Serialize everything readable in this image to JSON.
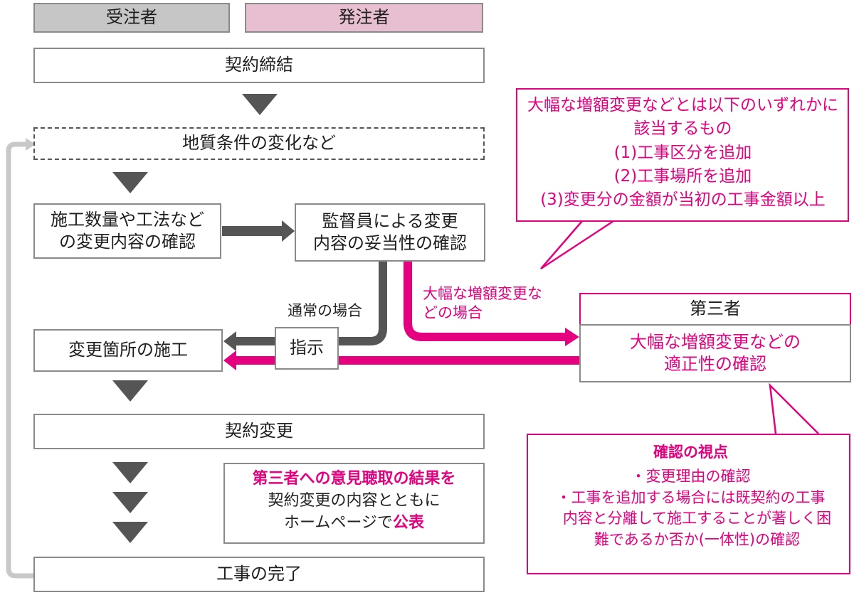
{
  "legend": {
    "contractor": "受注者",
    "client": "発注者"
  },
  "steps": {
    "contract_signing": "契約締結",
    "geology_change": "地質条件の変化など",
    "quantity_check": "施工数量や工法など\nの変更内容の確認",
    "supervisor_check": "監督員による変更\n内容の妥当性の確認",
    "change_construction": "変更箇所の施工",
    "instruction": "指示",
    "contract_change": "契約変更",
    "completion": "工事の完了"
  },
  "labels": {
    "normal_case": "通常の場合",
    "large_change_case": "大幅な増額変更な\nどの場合"
  },
  "third_party": {
    "title": "第三者",
    "content": "大幅な増額変更などの\n適正性の確認"
  },
  "callout_large_change": {
    "lines": [
      "大幅な増額変更などとは以下のいずれかに",
      "該当するもの",
      "(1)工事区分を追加",
      "(2)工事場所を追加",
      "(3)変更分の金額が当初の工事金額以上"
    ]
  },
  "callout_viewpoint": {
    "heading": "確認の視点",
    "items": [
      "・変更理由の確認",
      "・工事を追加する場合には既契約の工事\n内容と分離して施工することが著しく困\n難であるか否か(一体性)の確認"
    ]
  },
  "publication": {
    "line1": "第三者への意見聴取の結果を",
    "line2": "契約変更の内容とともに",
    "line3_prefix": "ホームページで",
    "line3_emphasis": "公表"
  },
  "colors": {
    "accent": "#e4007f",
    "arrow_dark": "#555555",
    "loop_line": "#c8c8c8",
    "contractor_fill": "#c6c6c6",
    "client_fill": "#e7bfd1"
  }
}
